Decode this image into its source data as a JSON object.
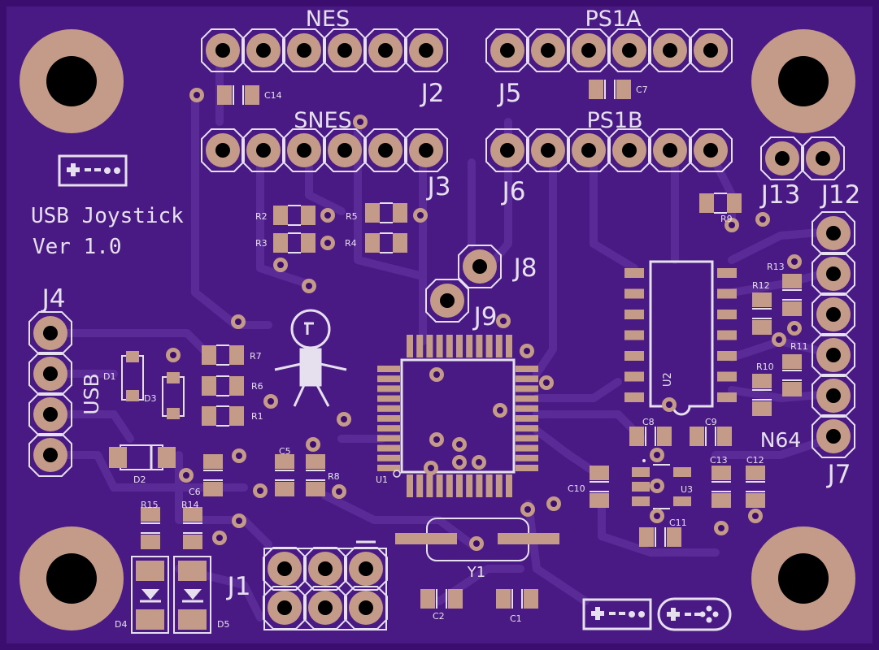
{
  "board": {
    "title_line1": "USB Joystick",
    "title_line2": "Ver 1.0",
    "colors": {
      "substrate": "#3a0d6e",
      "copper_pour": "#4a1a84",
      "trace": "#5a2a96",
      "pad": "#c49a88",
      "silk": "#e6e0ee",
      "hole": "#000000"
    }
  },
  "connectors": {
    "nes": "NES",
    "j2": "J2",
    "ps1a": "PS1A",
    "j5": "J5",
    "snes": "SNES",
    "j3": "J3",
    "ps1b": "PS1B",
    "j6": "J6",
    "j13": "J13",
    "j12": "J12",
    "j8": "J8",
    "j9": "J9",
    "j4": "J4",
    "usb": "USB",
    "j1": "J1",
    "n64": "N64",
    "j7": "J7"
  },
  "components": {
    "c14": "C14",
    "c7": "C7",
    "r2": "R2",
    "r3": "R3",
    "r5": "R5",
    "r4": "R4",
    "r9": "R9",
    "r13": "R13",
    "r12": "R12",
    "r11": "R11",
    "r10": "R10",
    "u2": "U2",
    "d1": "D1",
    "d3": "D3",
    "r7": "R7",
    "r6": "R6",
    "r1": "R1",
    "c8": "C8",
    "c9": "C9",
    "c13": "C13",
    "c12": "C12",
    "c10": "C10",
    "u3": "U3",
    "c11": "C11",
    "d2": "D2",
    "c5": "C5",
    "c6": "C6",
    "r8": "R8",
    "u1": "U1",
    "r15": "R15",
    "r14": "R14",
    "d4": "D4",
    "d5": "D5",
    "y1": "Y1",
    "c2": "C2",
    "c1": "C1"
  }
}
